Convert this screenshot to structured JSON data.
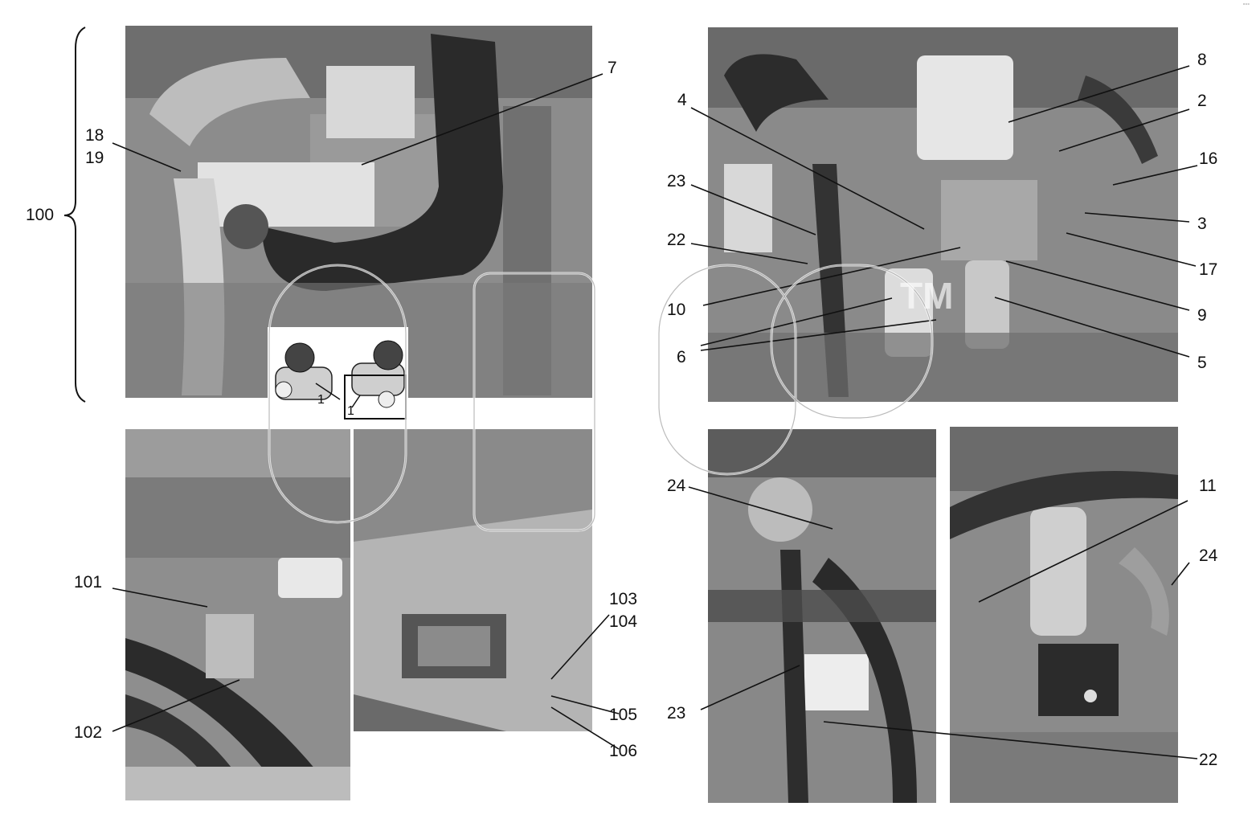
{
  "figure": {
    "group_label": "100",
    "corner_mark": "°°°",
    "inset_labels": [
      "1",
      "1"
    ],
    "watermark": "TM",
    "callouts": {
      "c7": "7",
      "c18": "18",
      "c19": "19",
      "c8": "8",
      "c4": "4",
      "c2": "2",
      "c16": "16",
      "c23a": "23",
      "c3": "3",
      "c22a": "22",
      "c17": "17",
      "c10": "10",
      "c9": "9",
      "c6": "6",
      "c5": "5",
      "c24a": "24",
      "c11": "11",
      "c24b": "24",
      "c101": "101",
      "c103": "103",
      "c104": "104",
      "c105": "105",
      "c102": "102",
      "c106": "106",
      "c23b": "23",
      "c22b": "22"
    }
  }
}
